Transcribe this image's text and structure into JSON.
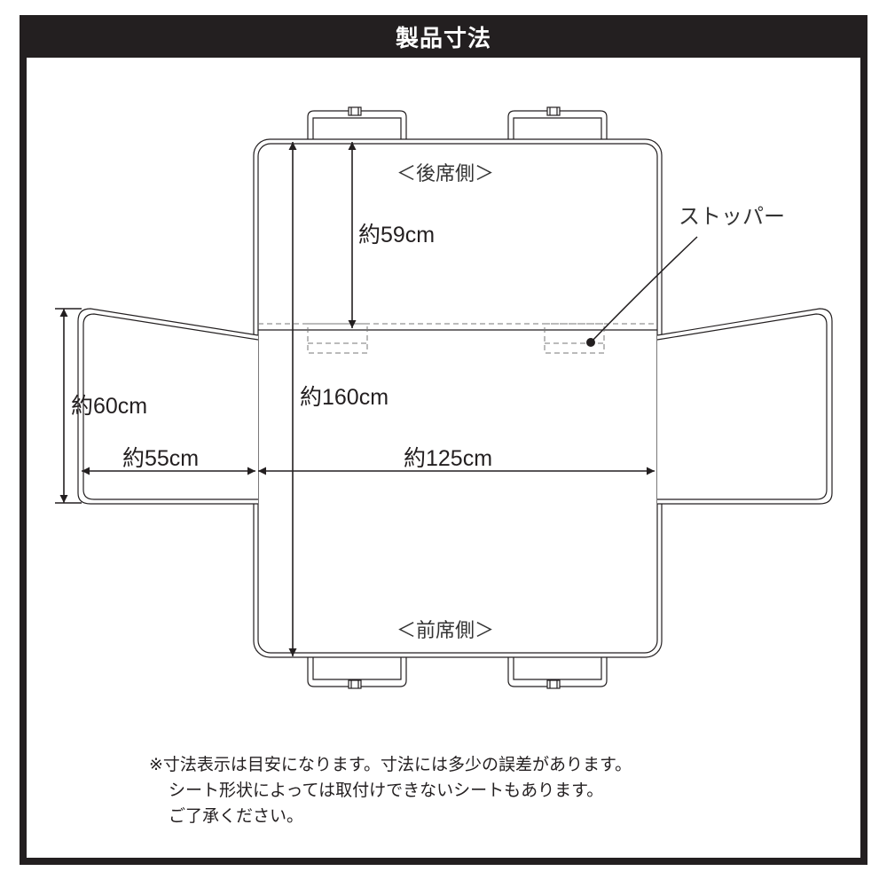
{
  "header": {
    "title": "製品寸法"
  },
  "diagram": {
    "rear_side_label": "＜後席側＞",
    "front_side_label": "＜前席側＞",
    "stopper_label": "ストッパー",
    "dimensions": {
      "rear_depth": "約59cm",
      "total_length": "約160cm",
      "side_flap_height": "約60cm",
      "side_flap_width": "約55cm",
      "main_width": "約125cm"
    },
    "colors": {
      "line": "#231f20",
      "frame": "#231f20",
      "dashed": "#777777"
    }
  },
  "notes": [
    "※寸法表示は目安になります。寸法には多少の誤差があります。",
    "シート形状によっては取付けできないシートもあります。",
    "ご了承ください。"
  ]
}
